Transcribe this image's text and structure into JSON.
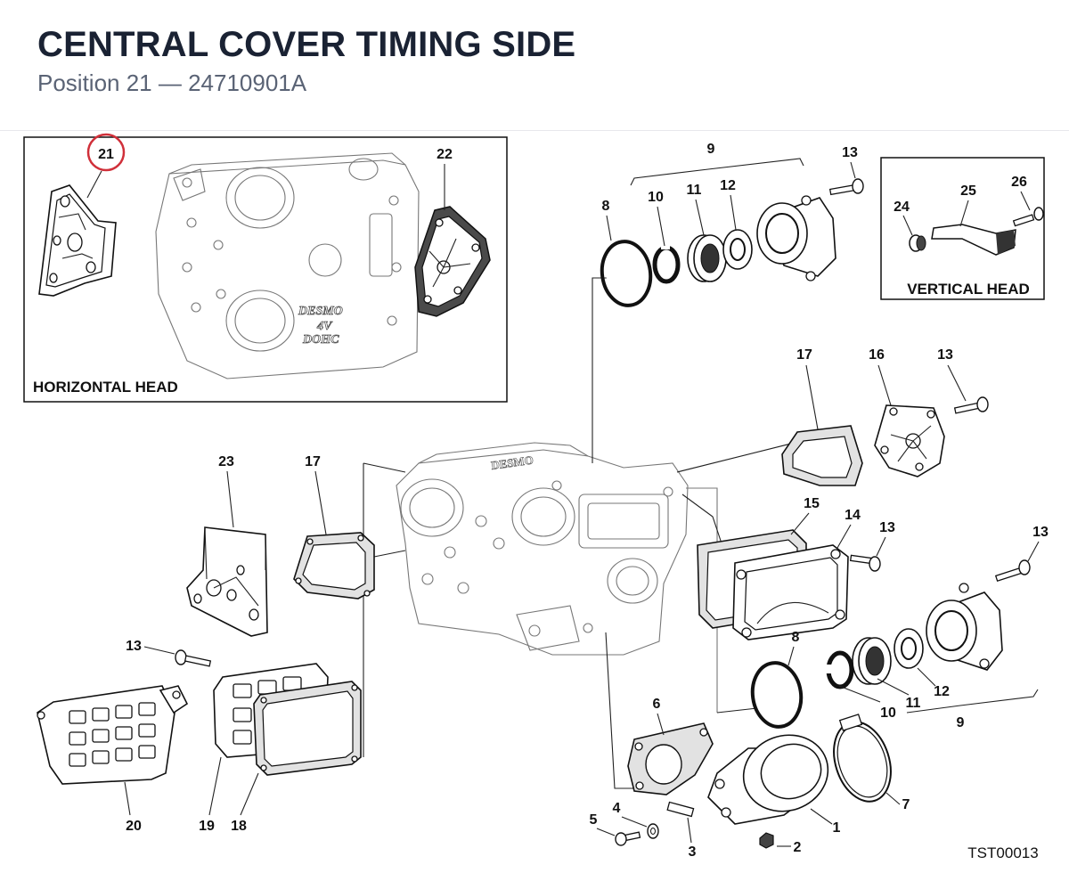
{
  "header": {
    "title": "CENTRAL COVER TIMING SIDE",
    "subtitle": "Position 21 — 24710901A"
  },
  "insets": {
    "horizontal_label": "HORIZONTAL HEAD",
    "vertical_label": "VERTICAL HEAD",
    "engraving_line1": "DESMO",
    "engraving_line2": "4V",
    "engraving_line3": "DOHC"
  },
  "highlight": {
    "position": "21",
    "color": "#d0303a"
  },
  "callouts": {
    "c1": "1",
    "c2": "2",
    "c3": "3",
    "c4": "4",
    "c5": "5",
    "c6": "6",
    "c7": "7",
    "c8a": "8",
    "c8b": "8",
    "c9a": "9",
    "c9b": "9",
    "c10a": "10",
    "c10b": "10",
    "c11a": "11",
    "c11b": "11",
    "c12a": "12",
    "c12b": "12",
    "c13a": "13",
    "c13b": "13",
    "c13c": "13",
    "c13d": "13",
    "c13e": "13",
    "c14": "14",
    "c15": "15",
    "c16": "16",
    "c17a": "17",
    "c17b": "17",
    "c18": "18",
    "c19": "19",
    "c20": "20",
    "c21": "21",
    "c22": "22",
    "c23": "23",
    "c24": "24",
    "c25": "25",
    "c26": "26"
  },
  "drawing_code": "TST00013"
}
